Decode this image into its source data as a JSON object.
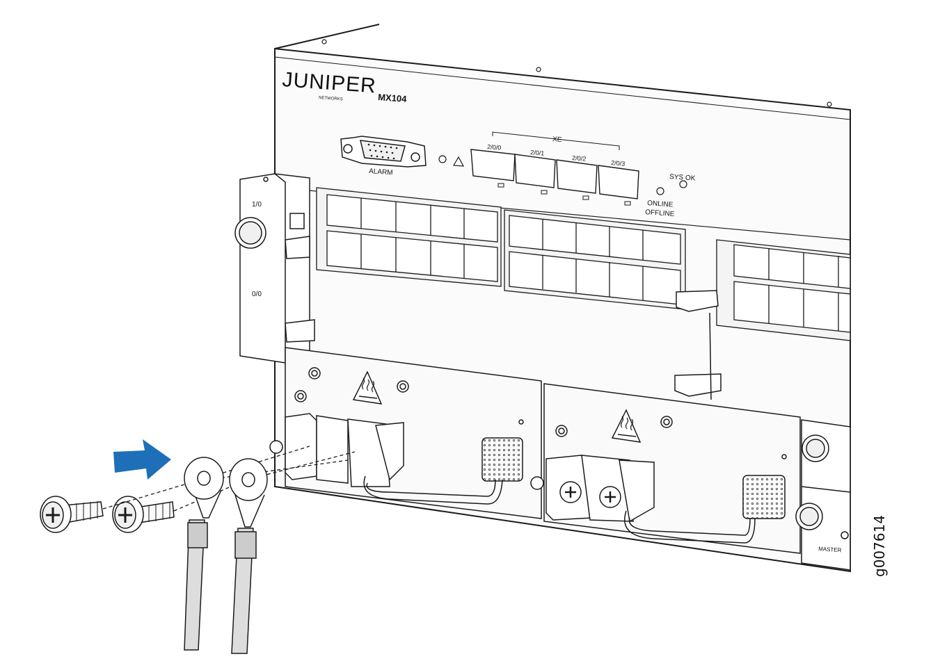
{
  "chassis": {
    "brand": "JUNIPER",
    "brand_sub": "NETWORKS",
    "model": "MX104"
  },
  "front_panel": {
    "alarm_label": "ALARM",
    "xe_group_label": "XE",
    "ports": [
      "2/0/0",
      "2/0/1",
      "2/0/2",
      "2/0/3"
    ],
    "sys_ok_label": "SYS OK",
    "online_label": "ONLINE",
    "offline_label": "OFFLINE",
    "slot_labels": [
      "1/0",
      "0/0"
    ],
    "master_label": "MASTER"
  },
  "figure_id": "g007614",
  "colors": {
    "arrow": "#1e6fb8",
    "line": "#1a1a1a",
    "panel_fill": "#f7f7f7",
    "shade": "#d9d9d9"
  },
  "icons": [
    "hot-surface-warning-icon",
    "screw-icon",
    "ring-lug-icon",
    "direction-arrow-icon"
  ]
}
